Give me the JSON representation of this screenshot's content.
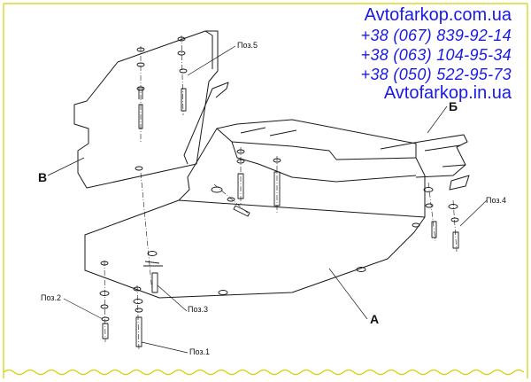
{
  "header": {
    "site_top": "Avtofarkop.com.ua",
    "phones": [
      "+38 (067) 839-92-14",
      "+38 (063) 104-95-34",
      "+38 (050) 522-95-73"
    ],
    "site_bottom": "Avtofarkop.in.ua"
  },
  "labels": {
    "part_a": "А",
    "part_b_right": "Б",
    "part_v_left": "В",
    "poz1": "Поз.1",
    "poz2": "Поз.2",
    "poz3": "Поз.3",
    "poz4": "Поз.4",
    "poz5": "Поз.5"
  },
  "colors": {
    "header_text": "#1a1ae6",
    "line": "#1a1a1a",
    "frame_border": "#d4d100"
  }
}
